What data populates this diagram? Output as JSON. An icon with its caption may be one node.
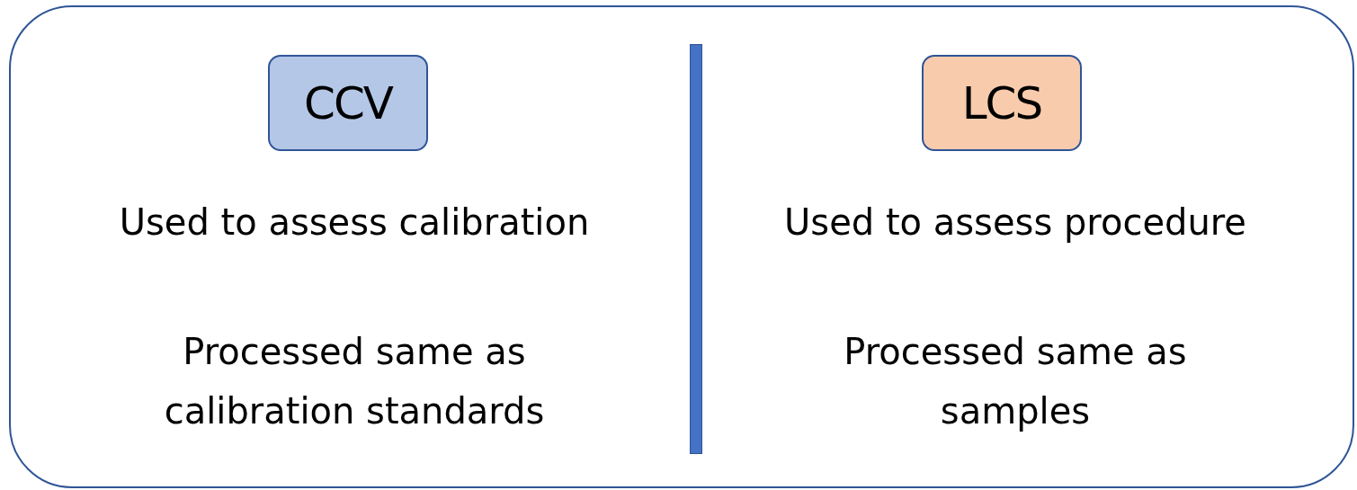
{
  "diagram": {
    "nodes": [
      {
        "text": [
          "CCV"
        ]
      },
      {
        "text": [],
        "shape": "bar"
      },
      {
        "text": [
          "LCS"
        ]
      }
    ],
    "labels": [
      "Used to assess calibration",
      "Used to assess procedure",
      "Processed same as calibration standards",
      "Processed same as samples"
    ]
  }
}
